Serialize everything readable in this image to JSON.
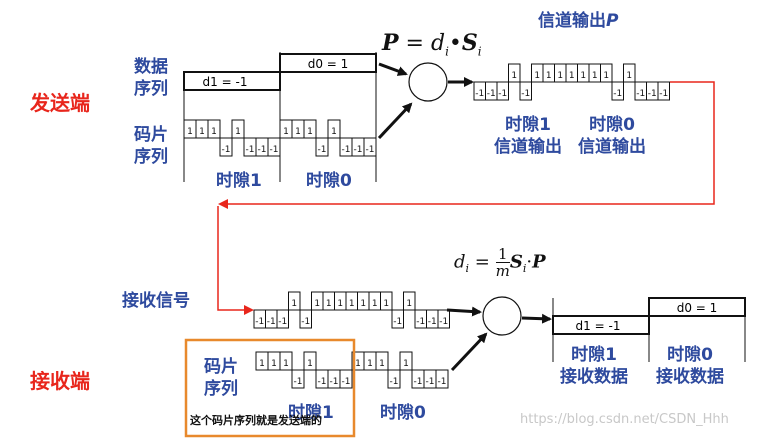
{
  "sender": {
    "label": "发送端",
    "data_seq_label": [
      "数据",
      "序列"
    ],
    "chip_seq_label": [
      "码片",
      "序列"
    ],
    "data_bits": [
      "d1 = -1",
      "d0 = 1"
    ],
    "chips": [
      "1",
      "1",
      "1",
      "-1",
      "1",
      "-1",
      "-1",
      "-1"
    ],
    "slot_labels": [
      "时隙1",
      "时隙0"
    ],
    "formula": {
      "P": "P",
      "eq": " = ",
      "d": "d",
      "i": "i",
      "dot": "•",
      "S": "S"
    },
    "channel_output_title": {
      "prefix": "信道输出",
      "P": "P"
    },
    "channel_output": [
      "-1",
      "-1",
      "-1",
      "1",
      "-1",
      "1",
      "1",
      "1",
      "1",
      "1",
      "1",
      "1",
      "-1",
      "1",
      "-1",
      "-1",
      "-1"
    ],
    "channel_labels": [
      [
        "时隙1",
        "信道输出"
      ],
      [
        "时隙0",
        "信道输出"
      ]
    ]
  },
  "receiver": {
    "label": "接收端",
    "received_label": "接收信号",
    "chip_seq_label": [
      "码片",
      "序列"
    ],
    "slot_labels": [
      "时隙1",
      "时隙0"
    ],
    "formula": {
      "d": "d",
      "i": "i",
      "eq": " = ",
      "one": "1",
      "m": "m",
      "S": "S",
      "dot": "·",
      "P": "P"
    },
    "result_bits": [
      "d1 = -1",
      "d0 = 1"
    ],
    "result_labels": [
      [
        "时隙1",
        "接收数据"
      ],
      [
        "时隙0",
        "接收数据"
      ]
    ],
    "note": "这个码片序列就是发送端的"
  },
  "colors": {
    "text_blue": "#2e4a9e",
    "red": "#e8261c",
    "orange": "#e8892c",
    "black": "#111111"
  },
  "watermark": "https://blog.csdn.net/CSDN_Hhh"
}
